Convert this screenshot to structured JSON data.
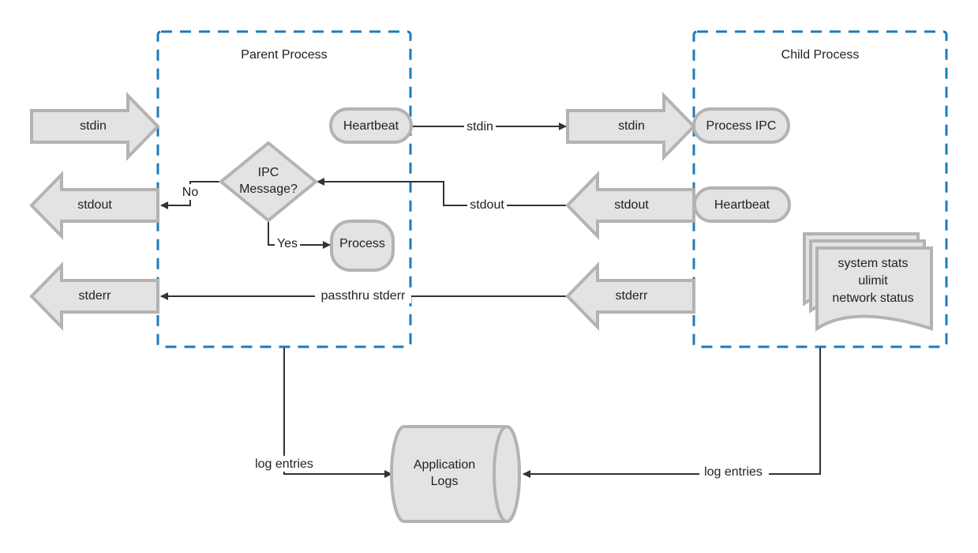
{
  "colors": {
    "container_border": "#1b7bbd",
    "shape_fill": "#e3e3e3",
    "shape_stroke": "#b3b3b3",
    "edge": "#333333"
  },
  "parent": {
    "title": "Parent Process",
    "stdin": "stdin",
    "stdout": "stdout",
    "stderr": "stderr",
    "heartbeat": "Heartbeat",
    "decision_line1": "IPC",
    "decision_line2": "Message?",
    "process": "Process"
  },
  "child": {
    "title": "Child Process",
    "stdin": "stdin",
    "stdout": "stdout",
    "stderr": "stderr",
    "process_ipc": "Process IPC",
    "heartbeat": "Heartbeat",
    "stats_line1": "system stats",
    "stats_line2": "ulimit",
    "stats_line3": "network status"
  },
  "logs": {
    "line1": "Application",
    "line2": "Logs"
  },
  "edges": {
    "heartbeat_to_child_stdin": "stdin",
    "child_stdout_to_decision": "stdout",
    "decision_no": "No",
    "decision_yes": "Yes",
    "stderr_passthru": "passthru stderr",
    "parent_logs": "log entries",
    "child_logs": "log entries"
  }
}
